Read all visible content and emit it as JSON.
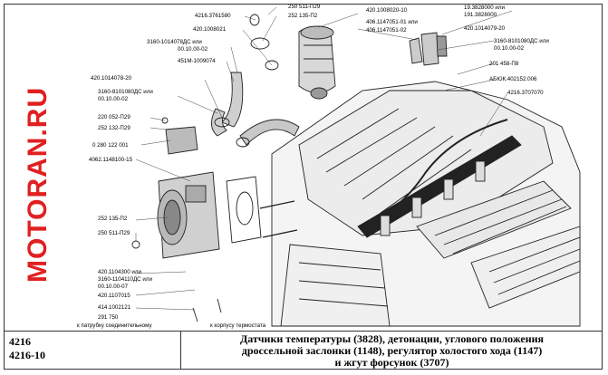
{
  "logo": {
    "text": "MOTORAN.RU"
  },
  "labels": [
    {
      "id": "l1",
      "text": "4216.3761580"
    },
    {
      "id": "l2",
      "text": "250 511-П29"
    },
    {
      "id": "l3",
      "text": "252 135-П2"
    },
    {
      "id": "l4",
      "text": "420.1008021"
    },
    {
      "id": "l5",
      "text": "3160-1014078ДС или"
    },
    {
      "id": "l6",
      "text": "00.10.00-02"
    },
    {
      "id": "l7",
      "text": "451M-1009074"
    },
    {
      "id": "l8",
      "text": "420.1014078-20"
    },
    {
      "id": "l9",
      "text": "3160-8101080ДС или"
    },
    {
      "id": "l10",
      "text": "00.10.00-02"
    },
    {
      "id": "l11",
      "text": "220 052-П29"
    },
    {
      "id": "l12",
      "text": "252 132-П29"
    },
    {
      "id": "l13",
      "text": "0 280 122 001"
    },
    {
      "id": "l14",
      "text": "4062.1148100-15"
    },
    {
      "id": "l15",
      "text": "252 135-П2"
    },
    {
      "id": "l16",
      "text": "250 511-П29"
    },
    {
      "id": "l17",
      "text": "420.1104300 или"
    },
    {
      "id": "l18",
      "text": "3160-1104110ДС или"
    },
    {
      "id": "l19",
      "text": "00.10.00-07"
    },
    {
      "id": "l20",
      "text": "420.1107015"
    },
    {
      "id": "l21",
      "text": "414.1002121"
    },
    {
      "id": "l22",
      "text": "291 750"
    },
    {
      "id": "l23",
      "text": "к патрубку соединительному"
    },
    {
      "id": "l24",
      "text": "к корпусу термостата"
    },
    {
      "id": "l25",
      "text": "420.1008020-10"
    },
    {
      "id": "l26",
      "text": "406.1147051-01 или"
    },
    {
      "id": "l27",
      "text": "406.1147051-02"
    },
    {
      "id": "l28",
      "text": "19.3828000 или"
    },
    {
      "id": "l29",
      "text": "191.3828000"
    },
    {
      "id": "l30",
      "text": "420.1014079-20"
    },
    {
      "id": "l31",
      "text": "3160-8101080ДС или"
    },
    {
      "id": "l32",
      "text": "00.10.00-02"
    },
    {
      "id": "l33",
      "text": "201 458-П8"
    },
    {
      "id": "l34",
      "text": "АБЮК.402152.006"
    },
    {
      "id": "l35",
      "text": "4216.3707070"
    }
  ],
  "footer": {
    "codes": [
      "4216",
      "4216-10"
    ],
    "description": [
      "Датчики температуры (3828), детонации, углового положения",
      "дроссельной заслонки (1148), регулятор холостого хода (1147)",
      "и жгут форсунок (3707)"
    ]
  }
}
